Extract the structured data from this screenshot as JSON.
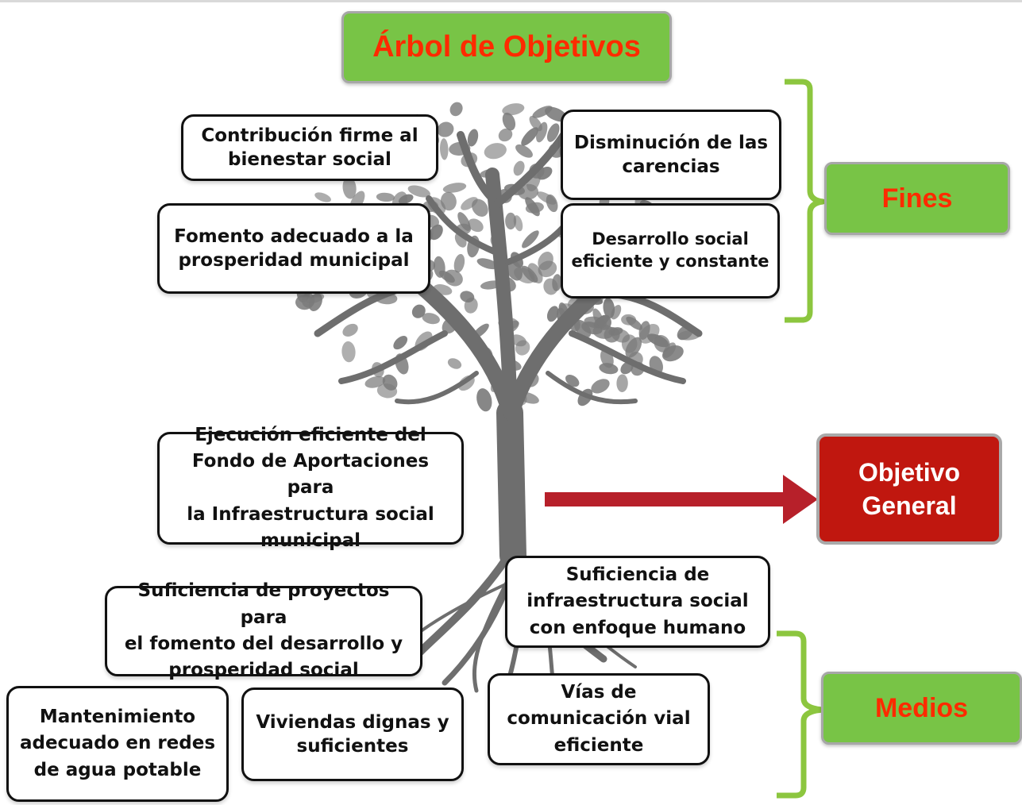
{
  "title": "Árbol de Objetivos",
  "colors": {
    "title_fill": "#78c446",
    "title_text": "#ff2a00",
    "objective_fill": "#c0170f",
    "arrow": "#b7202a",
    "brace": "#8cc63f",
    "tree": "#6e6e6e"
  },
  "labels": {
    "fines": "Fines",
    "objetivo": [
      "Objetivo",
      "General"
    ],
    "medios": "Medios"
  },
  "fines": [
    [
      "Contribución firme al",
      "bienestar social"
    ],
    [
      "Disminución de las",
      "carencias"
    ],
    [
      "Fomento adecuado a la",
      "prosperidad municipal"
    ],
    [
      "Desarrollo social",
      "eficiente y constante"
    ]
  ],
  "objetivo_general_text": [
    "Ejecución eficiente del",
    "Fondo de Aportaciones para",
    "la Infraestructura social",
    "municipal"
  ],
  "medios": [
    [
      "Suficiencia de",
      "infraestructura social",
      "con enfoque humano"
    ],
    [
      "Suficiencia de proyectos para",
      "el fomento del desarrollo y",
      "prosperidad social"
    ],
    [
      "Vías de",
      "comunicación vial",
      "eficiente"
    ],
    [
      "Mantenimiento",
      "adecuado en redes",
      "de agua potable"
    ],
    [
      "Viviendas dignas y",
      "suficientes"
    ]
  ],
  "icons": [
    "tree-icon",
    "arrow-right-icon",
    "brace-icon"
  ]
}
